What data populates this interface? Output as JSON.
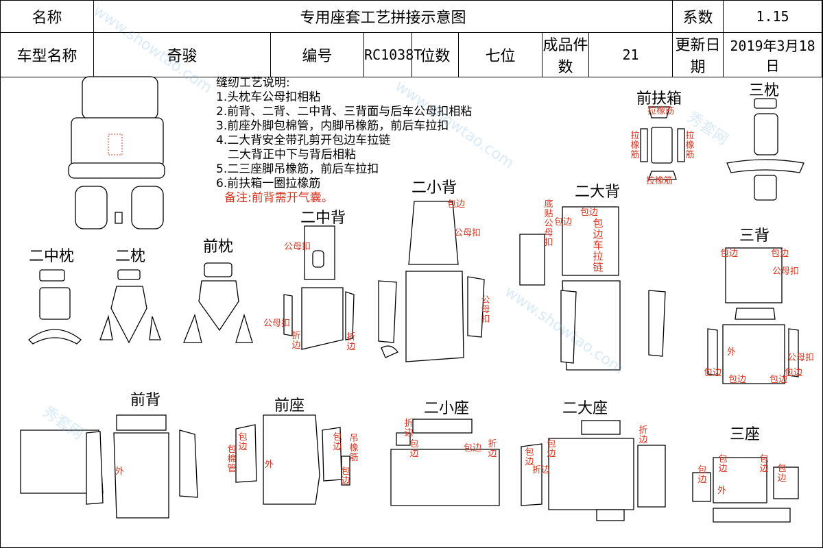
{
  "header": {
    "name_label": "名称",
    "doc_title": "专用座套工艺拼接示意图",
    "coef_label": "系数",
    "coef_value": "1.15",
    "model_label": "车型名称",
    "model_value": "奇骏",
    "code_label": "编号",
    "code_value": "RC1038T",
    "seats_label": "位数",
    "seats_value": "七位",
    "pieces_label": "成品件数",
    "pieces_value": "21",
    "date_label": "更新日期",
    "date_value": "2019年3月18日"
  },
  "notes": {
    "heading": "缝纫工艺说明:",
    "items": [
      "1.头枕车公母扣相粘",
      "2.前背、二背、二中背、三背面与后车公母扣相粘",
      "3.前座外脚包棉管，内脚吊橡筋，前后车拉扣",
      "4.二大背安全带孔剪开包边车拉链",
      "　二大背正中下与背后相粘",
      "5.二三座脚吊橡筋，前后车拉扣",
      "6.前扶箱一圈拉橡筋"
    ],
    "remark": "备注:前背需开气囊。"
  },
  "titles": {
    "er_zhong_zhen": "二中枕",
    "er_zhen": "二枕",
    "qian_zhen": "前枕",
    "er_zhong_bei": "二中背",
    "er_xiao_bei": "二小背",
    "er_da_bei": "二大背",
    "qian_fu_xiang": "前扶箱",
    "san_zhen": "三枕",
    "san_bei": "三背",
    "qian_bei": "前背",
    "qian_zuo": "前座",
    "er_xiao_zuo": "二小座",
    "er_da_zuo": "二大座",
    "san_zuo": "三座"
  },
  "labels": {
    "gong_mu_kou": "公母扣",
    "bao_bian": "包边",
    "zhe_bian": "折边",
    "la_xiang_jin": "拉橡筋",
    "wai": "外",
    "bao_mian_guan": "包棉管",
    "diao_xiang_jin": "吊橡筋",
    "di_tie_gong_mu_kou": "底贴公母扣",
    "bao_bian_che_la_lian": "包边车拉链"
  },
  "watermark": {
    "site": "www.showtao.com",
    "brand": "秀套网"
  },
  "colors": {
    "annotation": "#d9331f",
    "watermark": "#78b4e6"
  }
}
